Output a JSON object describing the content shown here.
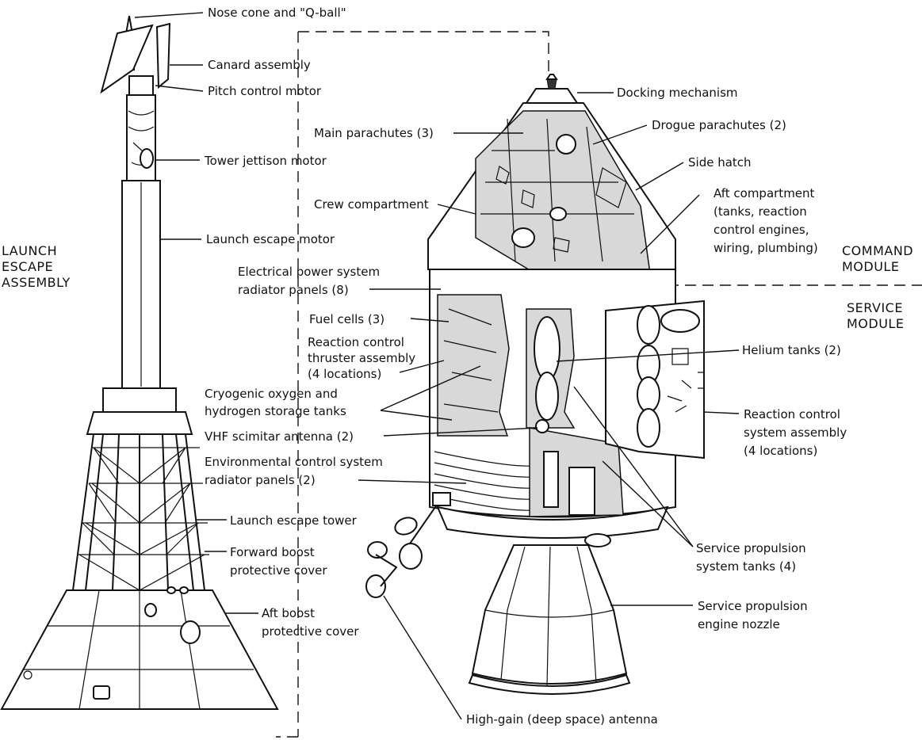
{
  "groups": {
    "les": [
      "LAUNCH",
      "ESCAPE",
      "ASSEMBLY"
    ],
    "cm": [
      "COMMAND",
      "MODULE"
    ],
    "sm": [
      "SERVICE",
      "MODULE"
    ]
  },
  "labels": {
    "nose_cone": "Nose cone and \"Q-ball\"",
    "canard": "Canard assembly",
    "pitch_motor": "Pitch control motor",
    "tower_jettison": "Tower jettison motor",
    "launch_escape_motor": "Launch escape motor",
    "docking": "Docking mechanism",
    "main_parachutes": "Main parachutes (3)",
    "drogue_parachutes": "Drogue parachutes (2)",
    "side_hatch": "Side hatch",
    "crew_compartment": "Crew compartment",
    "aft_compartment": [
      "Aft compartment",
      "(tanks, reaction",
      "control engines,",
      "wiring, plumbing)"
    ],
    "eps_radiator": [
      "Electrical power system",
      "radiator panels (8)"
    ],
    "fuel_cells": "Fuel cells (3)",
    "rcs_thruster": [
      "Reaction control",
      "thruster assembly",
      "(4 locations)"
    ],
    "cryo_tanks": [
      "Cryogenic oxygen and",
      "hydrogen storage tanks"
    ],
    "helium_tanks": "Helium tanks (2)",
    "rcs_assembly": [
      "Reaction control",
      "system assembly",
      "(4 locations)"
    ],
    "vhf_antenna": "VHF scimitar antenna (2)",
    "ecs_radiator": [
      "Environmental control system",
      "radiator panels (2)"
    ],
    "launch_escape_tower": "Launch escape tower",
    "forward_cover": [
      "Forward boost",
      "protective cover"
    ],
    "aft_cover": [
      "Aft boost",
      "protective cover"
    ],
    "sps_tanks": [
      "Service propulsion",
      "system tanks (4)"
    ],
    "sps_nozzle": [
      "Service propulsion",
      "engine nozzle"
    ],
    "high_gain": "High-gain (deep space) antenna"
  }
}
